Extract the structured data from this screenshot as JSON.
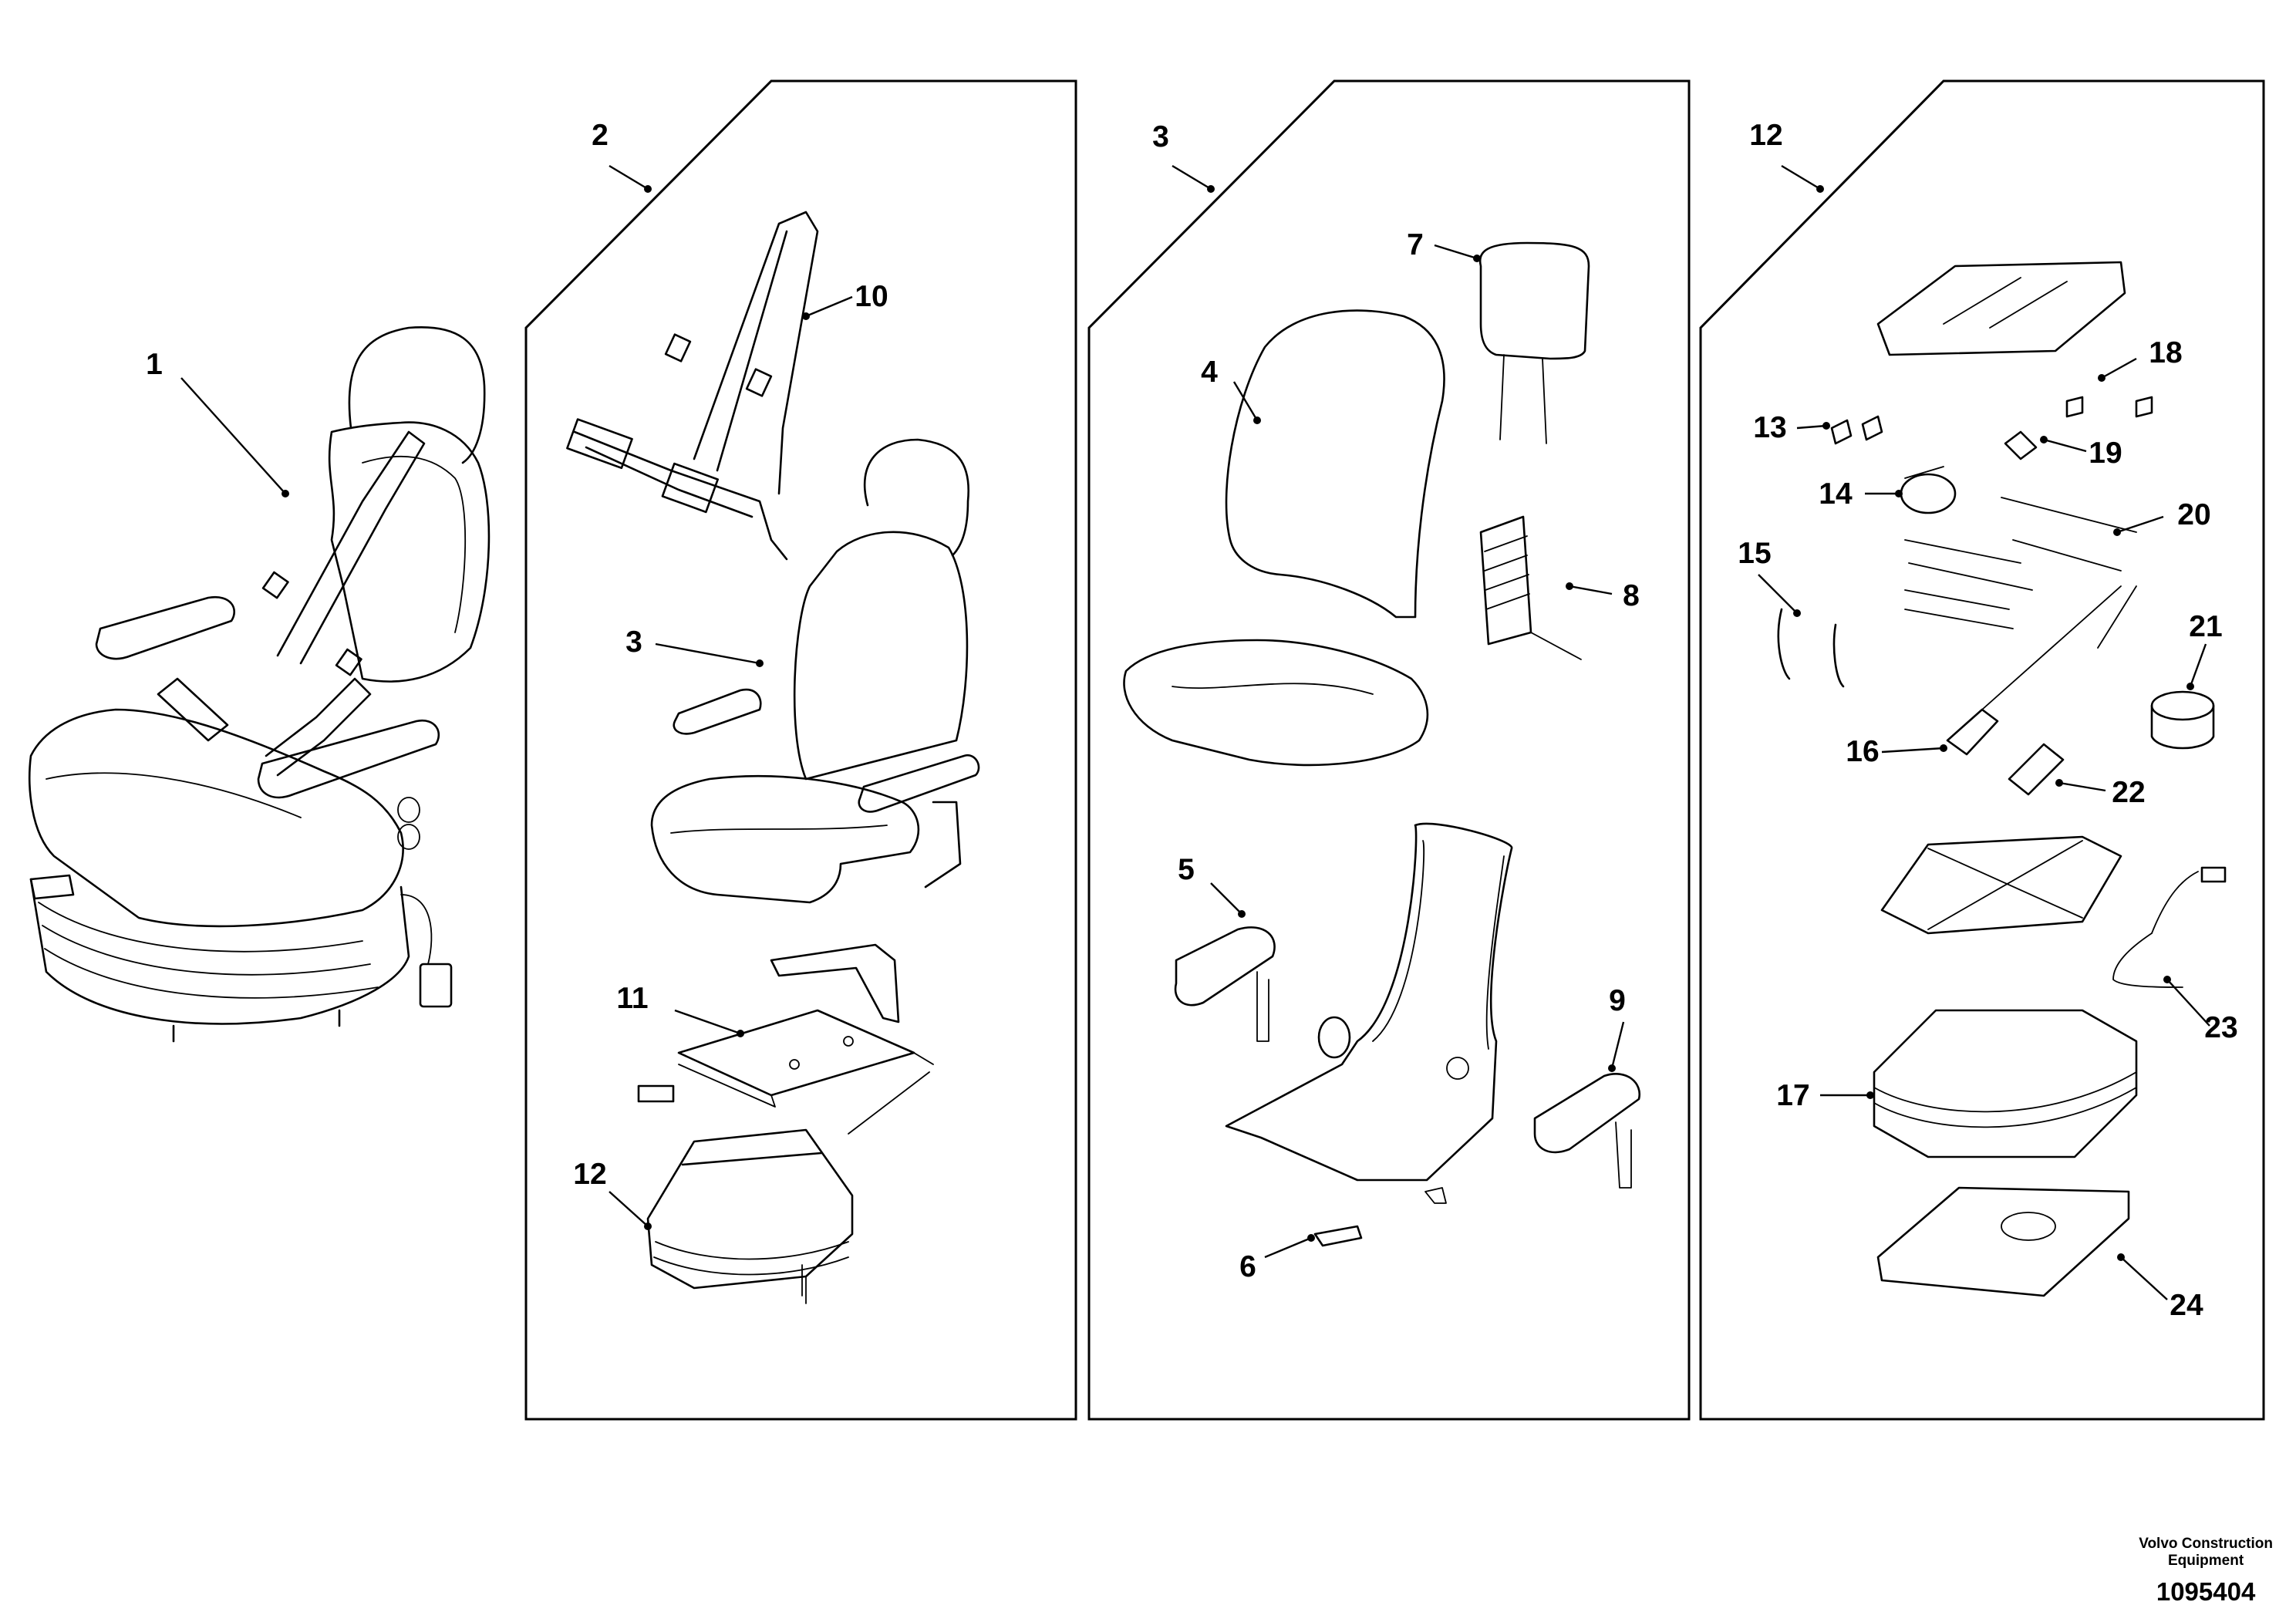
{
  "callouts": {
    "c1": "1",
    "c2": "2",
    "c3a": "3",
    "c3b": "3",
    "c4": "4",
    "c5": "5",
    "c6": "6",
    "c7": "7",
    "c8": "8",
    "c9": "9",
    "c10": "10",
    "c11": "11",
    "c12a": "12",
    "c12b": "12",
    "c13": "13",
    "c14": "14",
    "c15": "15",
    "c16": "16",
    "c17": "17",
    "c18": "18",
    "c19": "19",
    "c20": "20",
    "c21": "21",
    "c22": "22",
    "c23": "23",
    "c24": "24"
  },
  "footer": {
    "brand_line1": "Volvo Construction",
    "brand_line2": "Equipment",
    "drawing_number": "1095404"
  }
}
